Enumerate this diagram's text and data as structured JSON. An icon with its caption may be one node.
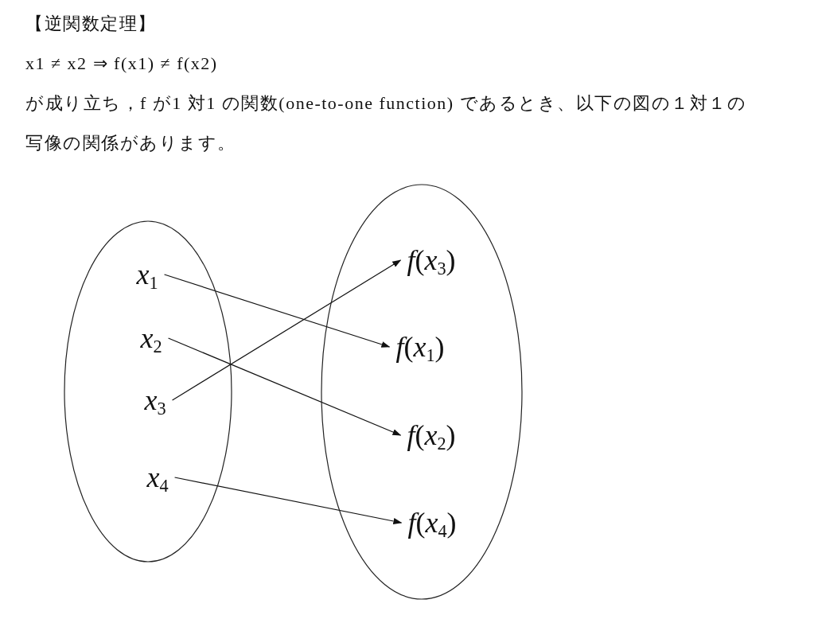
{
  "diagram": {
    "title": "【逆関数定理】",
    "nodes": [
      {
        "text": [],
        "shape": "ellipse"
      },
      {
        "text": [
          "*x*$_{1}$"
        ],
        "in": 0
      },
      {
        "text": [
          "*x*$_{2}$"
        ],
        "in": 0
      },
      {
        "text": [
          "*x*$_{3}$"
        ],
        "in": 0
      },
      {
        "text": [
          "*x*$_{4}$"
        ],
        "in": 0
      },
      {
        "text": [],
        "shape": "ellipse"
      },
      {
        "text": [
          "*f*(*x*$_{3}$)"
        ],
        "in": 5
      },
      {
        "text": [
          "*f*(*x*$_{1}$)"
        ],
        "in": 5
      },
      {
        "text": [
          "*f*(*x*$_{2}$)"
        ],
        "in": 5
      },
      {
        "text": [
          "*f*(*x*$_{4}$)"
        ],
        "in": 5
      }
    ],
    "edges": [
      {
        "from": 1,
        "to": 7,
        "arrow": "to"
      },
      {
        "from": 2,
        "to": 8,
        "arrow": "to"
      },
      {
        "from": 3,
        "to": 6,
        "arrow": "to"
      },
      {
        "from": 4,
        "to": 9,
        "arrow": "to"
      }
    ],
    "labels": [
      "x1 ≠ x2 ⇒ f(x1) ≠ f(x2)",
      "が成り立ち，f が1 対1 の関数(one-to-one function) であるとき、以下の図の１対１の写像の関係があります。"
    ]
  }
}
